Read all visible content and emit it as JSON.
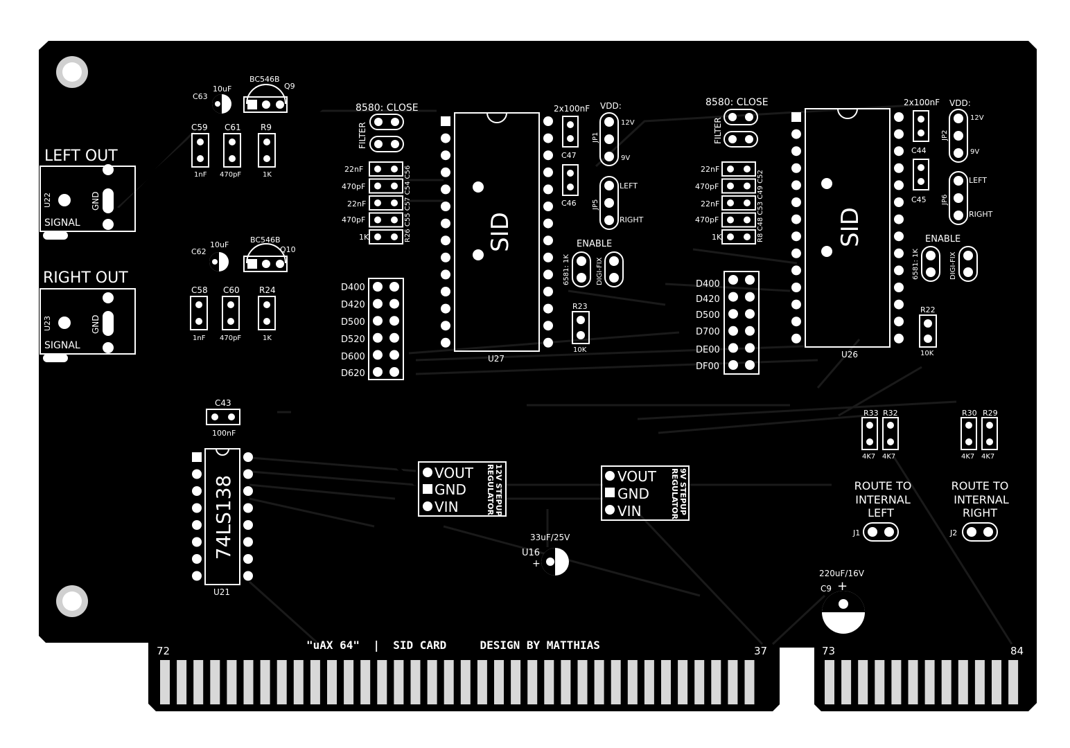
{
  "board": {
    "title_text": "\"uAX 64\"  |  SID CARD     DESIGN BY MATTHIAS",
    "edge_label_72": "72",
    "edge_label_37": "37",
    "edge_label_73": "73",
    "edge_label_84": "84"
  },
  "left_out": {
    "title": "LEFT OUT",
    "ref": "U22",
    "gnd": "GND",
    "signal": "SIGNAL"
  },
  "right_out": {
    "title": "RIGHT OUT",
    "ref": "U23",
    "gnd": "GND",
    "signal": "SIGNAL"
  },
  "filter_left": {
    "c63": "C63",
    "c63_val": "10uF",
    "q9_type": "BC546B",
    "q9": "Q9",
    "c59": "C59",
    "c59_val": "1nF",
    "c61": "C61",
    "c61_val": "470pF",
    "r9": "R9",
    "r9_val": "1K",
    "c62": "C62",
    "c62_val": "10uF",
    "q10_type": "BC546B",
    "q10": "Q10",
    "c58": "C58",
    "c58_val": "1nF",
    "c60": "C60",
    "c60_val": "470pF",
    "r24": "R24",
    "r24_val": "1K"
  },
  "sid1": {
    "close_label": "8580: CLOSE",
    "filter": "FILTER",
    "caps": [
      "22nF",
      "470pF",
      "22nF",
      "470pF",
      "1K"
    ],
    "cap_refs": "R26 C55 C57 C54 C56",
    "chip": "SID",
    "ref": "U27",
    "dec_label": "2x100nF",
    "c47": "C47",
    "c46": "C46",
    "vdd": "VDD:",
    "jp1": "JP1",
    "v12": "12V",
    "v9": "9V",
    "jp5": "JP5",
    "left": "LEFT",
    "right": "RIGHT",
    "enable": "ENABLE",
    "r6581": "6581: 1K",
    "digifix": "DIGI-FIX",
    "r23": "R23",
    "r23_val": "10K",
    "addresses": [
      "D400",
      "D420",
      "D500",
      "D520",
      "D600",
      "D620"
    ]
  },
  "sid2": {
    "close_label": "8580: CLOSE",
    "filter": "FILTER",
    "caps": [
      "22nF",
      "470pF",
      "22nF",
      "470pF",
      "1K"
    ],
    "cap_refs": "R8 C48 C53 C49 C52",
    "chip": "SID",
    "ref": "U26",
    "dec_label": "2x100nF",
    "c44": "C44",
    "c45": "C45",
    "vdd": "VDD:",
    "jp2": "JP2",
    "v12": "12V",
    "v9": "9V",
    "jp6": "JP6",
    "left": "LEFT",
    "right": "RIGHT",
    "enable": "ENABLE",
    "r6581": "6581: 1K",
    "digifix": "DIGI-FIX",
    "r22": "R22",
    "r22_val": "10K",
    "addresses": [
      "D400",
      "D420",
      "D500",
      "D700",
      "DE00",
      "DF00"
    ]
  },
  "decoder": {
    "c43": "C43",
    "c43_val": "100nF",
    "chip": "74LS138",
    "ref": "U21"
  },
  "reg12": {
    "vout": "VOUT",
    "gnd": "GND",
    "vin": "VIN",
    "label1": "12V STEPUP",
    "label2": "REGULATOR"
  },
  "reg9": {
    "vout": "VOUT",
    "gnd": "GND",
    "vin": "VIN",
    "label1": "9V STEPUP",
    "label2": "REGULATOR"
  },
  "u16": {
    "val": "33uF/25V",
    "ref": "U16"
  },
  "c9": {
    "val": "220uF/16V",
    "ref": "C9"
  },
  "resistors": {
    "r33": "R33",
    "r32": "R32",
    "r30": "R30",
    "r29": "R29",
    "val": "4K7"
  },
  "route_left": {
    "l1": "ROUTE TO",
    "l2": "INTERNAL",
    "l3": "LEFT",
    "ref": "J1"
  },
  "route_right": {
    "l1": "ROUTE TO",
    "l2": "INTERNAL",
    "l3": "RIGHT",
    "ref": "J2"
  }
}
